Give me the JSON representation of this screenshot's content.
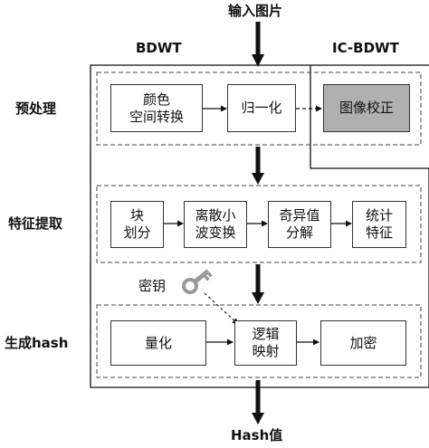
{
  "input_label": "输入图片",
  "output_label": "Hash值",
  "columns": {
    "left": "BDWT",
    "right": "IC-BDWT"
  },
  "stages": {
    "preprocess": "预处理",
    "features": "特征提取",
    "hash": "生成hash"
  },
  "boxes": {
    "color_convert": [
      "颜色",
      "空间转换"
    ],
    "normalize": "归一化",
    "correction": "图像校正",
    "block": [
      "块",
      "划分"
    ],
    "dwt": [
      "离散小",
      "波变换"
    ],
    "svd": [
      "奇异值",
      "分解"
    ],
    "stats": [
      "统计",
      "特征"
    ],
    "quantize": "量化",
    "logic_map": [
      "逻辑",
      "映射"
    ],
    "encrypt": "加密"
  },
  "key_label": "密钥",
  "icons": {
    "key": "key-icon"
  },
  "colors": {
    "highlight_box": "#b0b0b0",
    "arrow": "#111111"
  }
}
